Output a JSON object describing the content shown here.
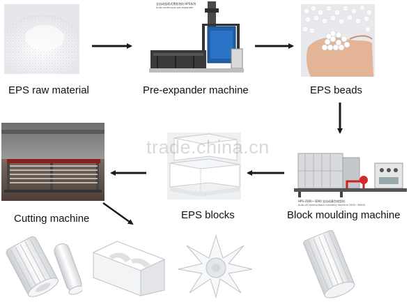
{
  "steps": {
    "raw_material": "EPS raw material",
    "pre_expander": "Pre-expander machine",
    "beads": "EPS beads",
    "block_moulding": "Block moulding machine",
    "blocks": "EPS blocks",
    "cutting": "Cutting machine"
  },
  "watermark": "trade.china.cn",
  "machine_signs": {
    "pre_expander_top": "全自动连续式预发泡机 HPS系列",
    "pre_expander_sub": "Auto-continuous pre-expander",
    "block_moulding_top": "HPS-2000～3000 全自动真空成型机",
    "block_moulding_sub": "Auto-air cooling block moulding machine 2000~3000A"
  },
  "colors": {
    "arrow": "#1a1a1a",
    "foam": "#f2f2f2",
    "machine_blue": "#1f5fa8"
  }
}
